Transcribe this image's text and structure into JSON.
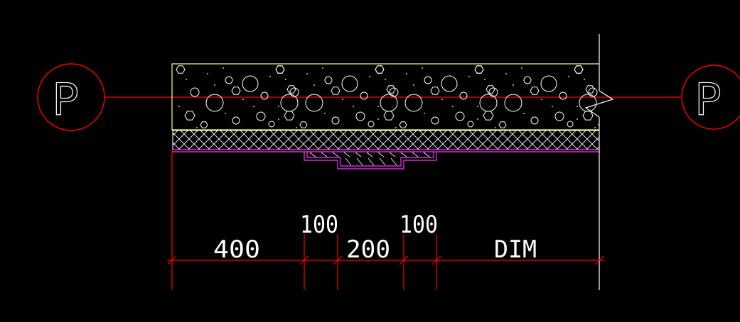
{
  "drawing": {
    "background": "#000000",
    "colors": {
      "axis": "#ff0000",
      "concrete_outline": "#ffff66",
      "aggregate": "#ffffff",
      "membrane": "#ff33ff",
      "text": "#ffffff"
    },
    "section_markers": {
      "left_label": "P",
      "right_label": "P"
    },
    "dimensions": [
      {
        "label": "400"
      },
      {
        "label": "100"
      },
      {
        "label": "200"
      },
      {
        "label": "100"
      },
      {
        "label": "DIM"
      }
    ]
  }
}
